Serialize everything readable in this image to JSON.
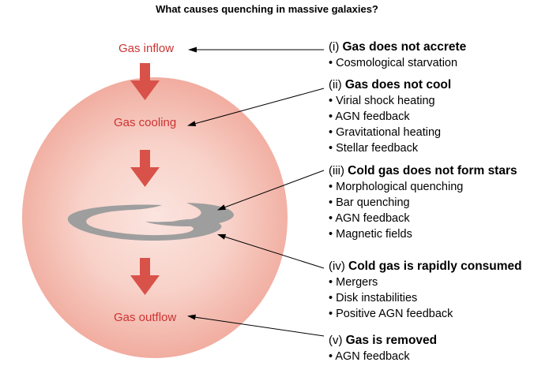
{
  "title": "What causes quenching in massive galaxies?",
  "colors": {
    "stage_text": "#cc3333",
    "arrow_fill": "#d8524a",
    "halo_edge": "#eb9889",
    "disk": "#9e9e9e"
  },
  "stages": {
    "inflow": "Gas inflow",
    "cooling": "Gas cooling",
    "outflow": "Gas outflow"
  },
  "causes": [
    {
      "number": "(i)",
      "heading": "Gas does not accrete",
      "items": [
        "Cosmological starvation"
      ]
    },
    {
      "number": "(ii)",
      "heading": "Gas does not cool",
      "items": [
        "Virial shock heating",
        "AGN feedback",
        "Gravitational heating",
        "Stellar feedback"
      ]
    },
    {
      "number": "(iii)",
      "heading": "Cold gas does not form stars",
      "items": [
        "Morphological quenching",
        "Bar quenching",
        "AGN feedback",
        "Magnetic fields"
      ]
    },
    {
      "number": "(iv)",
      "heading": "Cold gas is rapidly consumed",
      "items": [
        "Mergers",
        "Disk instabilities",
        "Positive AGN feedback"
      ]
    },
    {
      "number": "(v)",
      "heading": "Gas is removed",
      "items": [
        "AGN feedback"
      ]
    }
  ]
}
